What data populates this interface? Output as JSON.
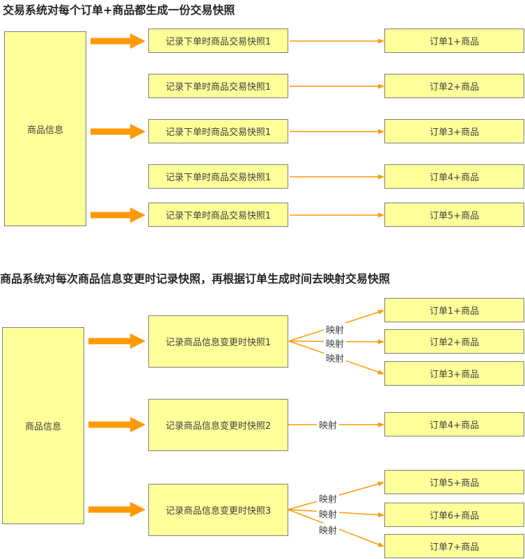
{
  "colors": {
    "accent_orange": "#ff9900",
    "box_fill": "#ffff99",
    "box_border": "#7f7f7f",
    "text": "#3f3f3f",
    "title": "#262626"
  },
  "section1": {
    "title": "交易系统对每个订单+商品都生成一份交易快照",
    "source": "商品信息",
    "rows": [
      {
        "snapshot": "记录下单时商品交易快照1",
        "order": "订单1+商品"
      },
      {
        "snapshot": "记录下单时商品交易快照1",
        "order": "订单2+商品"
      },
      {
        "snapshot": "记录下单时商品交易快照1",
        "order": "订单3+商品"
      },
      {
        "snapshot": "记录下单时商品交易快照1",
        "order": "订单4+商品"
      },
      {
        "snapshot": "记录下单时商品交易快照1",
        "order": "订单5+商品"
      }
    ]
  },
  "section2": {
    "title": "商品系统对每次商品信息变更时记录快照，再根据订单生成时间去映射交易快照",
    "source": "商品信息",
    "map_label": "映射",
    "groups": [
      {
        "snapshot": "记录商品信息变更时快照1",
        "orders": [
          "订单1+商品",
          "订单2+商品",
          "订单3+商品"
        ]
      },
      {
        "snapshot": "记录商品信息变更时快照2",
        "orders": [
          "订单4+商品"
        ]
      },
      {
        "snapshot": "记录商品信息变更时快照3",
        "orders": [
          "订单5+商品",
          "订单6+商品",
          "订单7+商品"
        ]
      }
    ]
  }
}
